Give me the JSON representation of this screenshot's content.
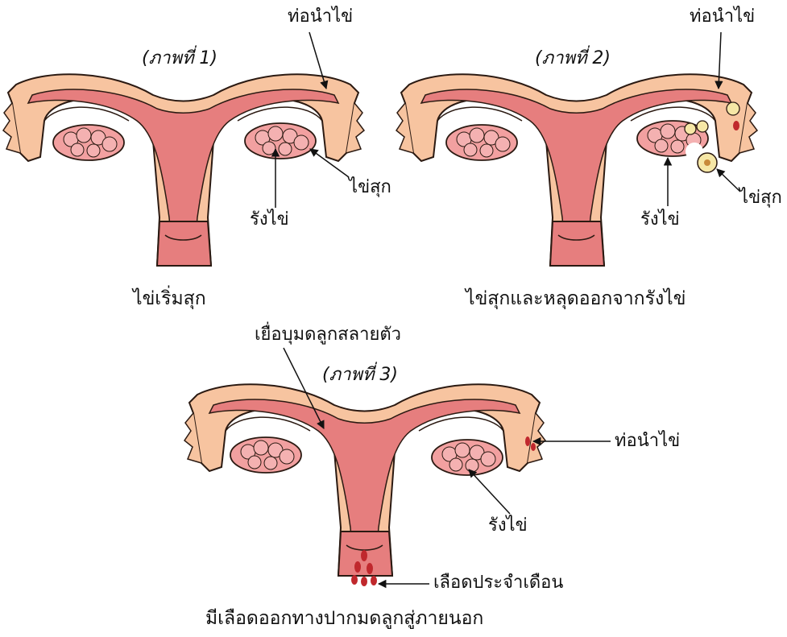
{
  "figures": [
    {
      "number_label": "(ภาพที่ 1)",
      "caption": "ไข่เริ่มสุก",
      "labels": {
        "oviduct": "ท่อนำไข่",
        "ovary": "รังไข่",
        "egg": "ไข่สุก"
      }
    },
    {
      "number_label": "(ภาพที่ 2)",
      "caption": "ไข่สุกและหลุดออกจากรังไข่",
      "labels": {
        "oviduct": "ท่อนำไข่",
        "ovary": "รังไข่",
        "egg": "ไข่สุก"
      }
    },
    {
      "number_label": "(ภาพที่ 3)",
      "caption": "มีเลือดออกทางปากมดลูกสู่ภายนอก",
      "labels": {
        "lining": "เยื่อบุมดลูกสลายตัว",
        "oviduct": "ท่อนำไข่",
        "ovary": "รังไข่",
        "blood": "เลือดประจำเดือน"
      }
    }
  ],
  "colors": {
    "outer": "#f7c4a0",
    "inner": "#e67e7e",
    "ovary": "#f2a0a0",
    "outline": "#2b1a12",
    "blood": "#c0282d",
    "egg": "#f6e7a6"
  }
}
